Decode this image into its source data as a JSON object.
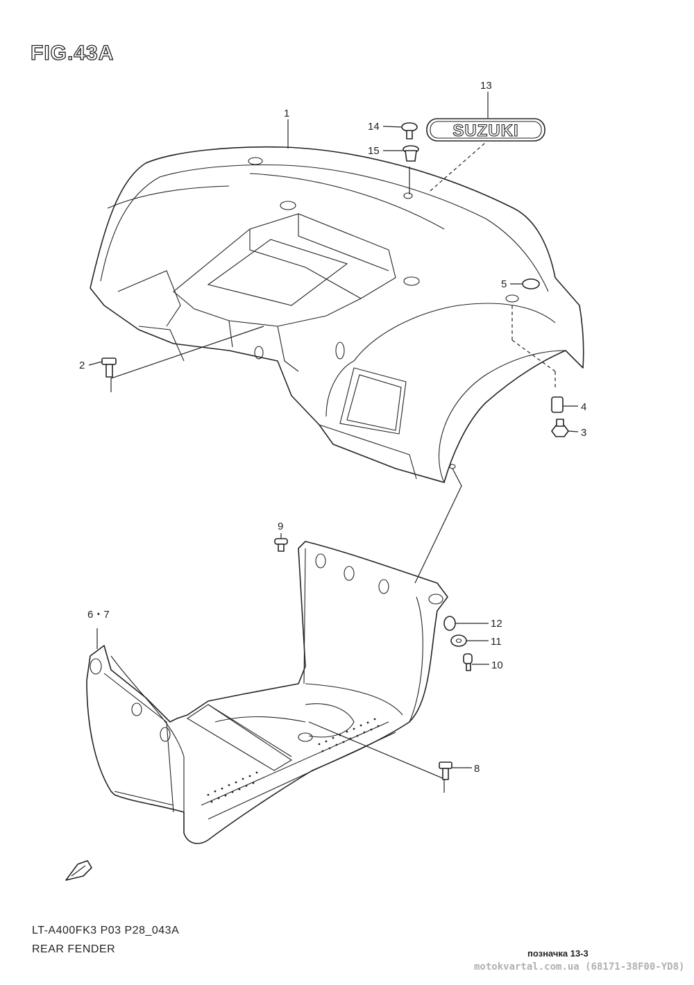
{
  "figure": {
    "title": "FIG.43A",
    "model_code": "LT-A400FK3 P03 P28_043A",
    "part_name": "REAR FENDER",
    "designation": "позначка 13-3",
    "watermark": "motokvartal.com.ua (68171-38F00-YD8)",
    "logo_text": "SUZUKI"
  },
  "callouts": {
    "c1": "1",
    "c2": "2",
    "c3": "3",
    "c4": "4",
    "c5": "5",
    "c67": "6・7",
    "c8": "8",
    "c9": "9",
    "c10": "10",
    "c11": "11",
    "c12": "12",
    "c13": "13",
    "c14": "14",
    "c15": "15"
  },
  "icons": {
    "front_arrow": "front-direction-arrow-icon"
  }
}
